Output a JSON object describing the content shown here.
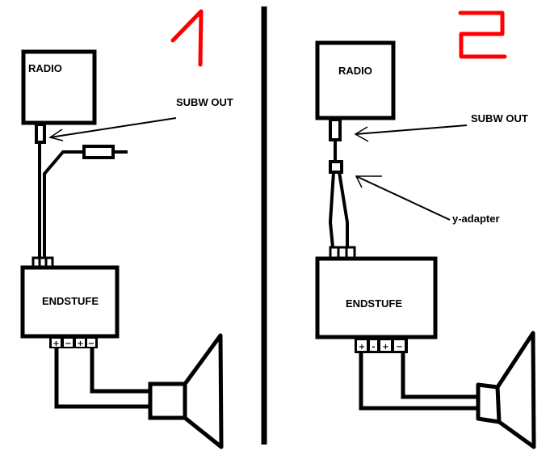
{
  "diagram": {
    "title": "Subwoofer wiring comparison",
    "colors": {
      "ink": "#000000",
      "marker": "#ff0000",
      "background": "#ffffff"
    },
    "panels": [
      {
        "number": "1",
        "radio_label": "RADIO",
        "subw_out_label": "SUBW OUT",
        "amp_label": "ENDSTUFE",
        "terminals": [
          "+",
          "−",
          "+",
          "−"
        ],
        "connection": "split cable with inline RCA plug"
      },
      {
        "number": "2",
        "radio_label": "RADIO",
        "subw_out_label": "SUBW OUT",
        "adapter_label": "y-adapter",
        "amp_label": "ENDSTUFE",
        "terminals": [
          "+",
          "-",
          "+",
          "−"
        ],
        "connection": "y-adapter"
      }
    ]
  }
}
